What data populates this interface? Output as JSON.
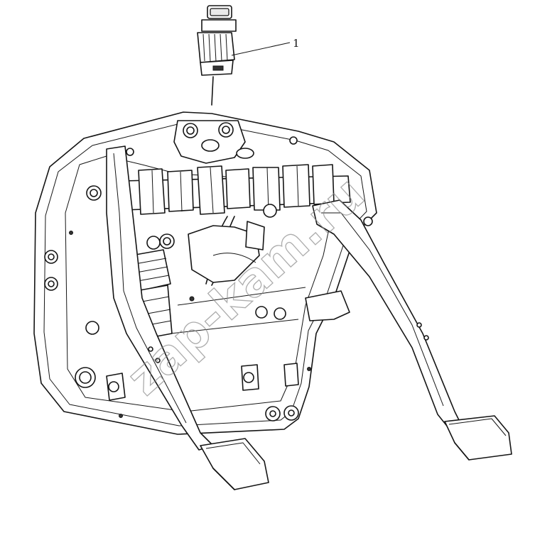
{
  "diagram": {
    "callouts": [
      {
        "number": "1",
        "part": "sensor"
      }
    ],
    "watermark": "zap-kam.ru"
  }
}
